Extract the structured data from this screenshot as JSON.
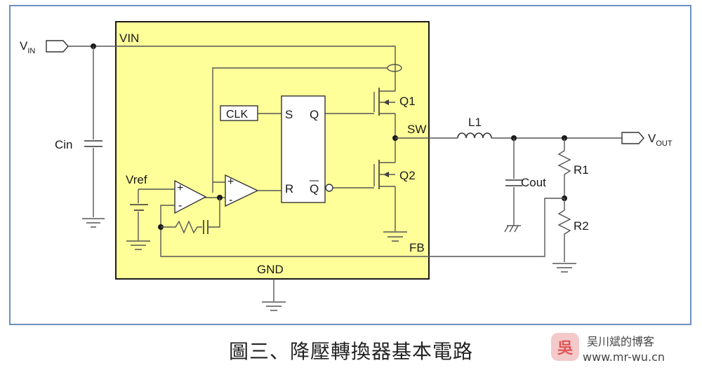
{
  "labels": {
    "vin_pin": "V",
    "vin_sub": "IN",
    "vin_net": "VIN",
    "cin": "Cin",
    "vref": "Vref",
    "clk": "CLK",
    "s": "S",
    "q": "Q",
    "r": "R",
    "qbar": "Q",
    "q1": "Q1",
    "q2": "Q2",
    "sw": "SW",
    "l1": "L1",
    "cout": "Cout",
    "r1": "R1",
    "r2": "R2",
    "fb": "FB",
    "gnd": "GND",
    "vout_pin": "V",
    "vout_sub": "OUT",
    "plus": "+",
    "minus": "-"
  },
  "caption": "圖三、降壓轉換器基本電路",
  "watermark": {
    "badge": "吳",
    "name": "吴川斌的博客",
    "url": "www.mr-wu.cn"
  },
  "colors": {
    "frame": "#6d8fc4",
    "chip_fill": "#ffff99",
    "chip_border": "#1a1a1a"
  }
}
